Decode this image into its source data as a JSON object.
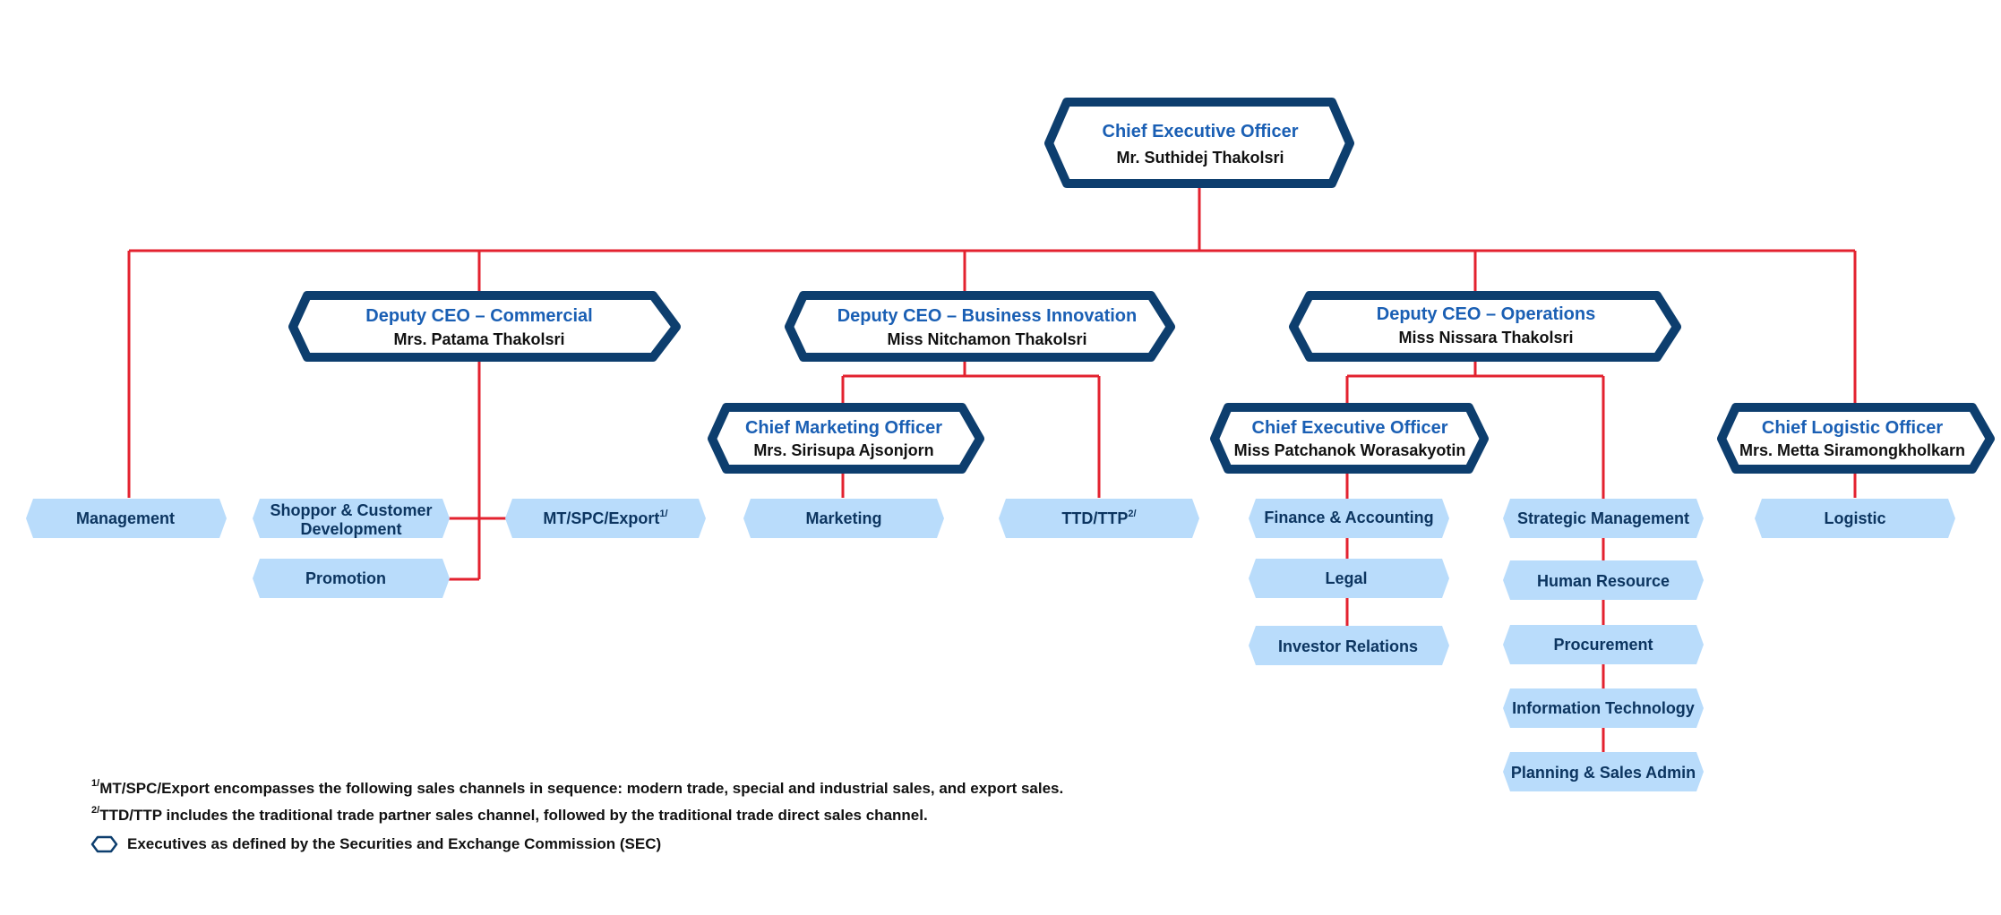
{
  "colors": {
    "connector": "#e3222f",
    "exec_border": "#0d3e6e",
    "exec_title": "#1a5fb4",
    "unit_fill": "#b9dcfb",
    "unit_text": "#0c3560"
  },
  "ceo": {
    "title": "Chief Executive Officer",
    "name": "Mr. Suthidej Thakolsri"
  },
  "deputies": {
    "commercial": {
      "title": "Deputy CEO – Commercial",
      "name": "Mrs. Patama Thakolsri"
    },
    "innovation": {
      "title": "Deputy CEO – Business Innovation",
      "name": "Miss Nitchamon Thakolsri"
    },
    "operations": {
      "title": "Deputy CEO – Operations",
      "name": "Miss Nissara Thakolsri"
    }
  },
  "officers": {
    "cmo": {
      "title": "Chief Marketing Officer",
      "name": "Mrs. Sirisupa Ajsonjorn"
    },
    "ops_ceo": {
      "title": "Chief Executive Officer",
      "name": "Miss Patchanok Worasakyotin"
    },
    "clo": {
      "title": "Chief Logistic Officer",
      "name": "Mrs. Metta Siramongkholkarn"
    }
  },
  "units": {
    "management": "Management",
    "shoppor_line1": "Shoppor & Customer",
    "shoppor_line2": "Development",
    "mt_spc": "MT/SPC/Export",
    "mt_spc_sup": "1/",
    "promotion": "Promotion",
    "marketing": "Marketing",
    "ttd": "TTD/TTP",
    "ttd_sup": "2/",
    "finance": "Finance & Accounting",
    "legal": "Legal",
    "investor": "Investor Relations",
    "strategic": "Strategic Management",
    "hr": "Human Resource",
    "procurement": "Procurement",
    "it": "Information Technology",
    "planning": "Planning & Sales Admin",
    "logistic": "Logistic"
  },
  "footnotes": {
    "note1_sup": "1/",
    "note1": "MT/SPC/Export encompasses the following sales channels in sequence: modern trade, special and industrial sales, and export sales.",
    "note2_sup": "2/",
    "note2": "TTD/TTP includes the traditional trade partner sales channel, followed by the traditional trade direct sales channel.",
    "legend": "Executives as defined by the Securities and Exchange Commission (SEC)"
  }
}
